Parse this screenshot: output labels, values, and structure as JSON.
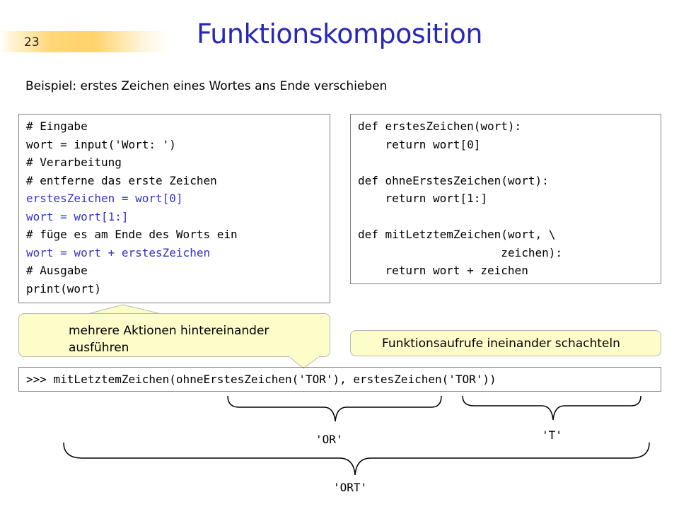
{
  "slide": {
    "number": "23",
    "title": "Funktionskomposition",
    "subtitle": "Beispiel: erstes Zeichen eines Wortes ans Ende verschieben"
  },
  "left_code": [
    {
      "text": "# Eingabe",
      "highlight": false
    },
    {
      "text": "wort = input('Wort: ')",
      "highlight": false
    },
    {
      "text": "# Verarbeitung",
      "highlight": false
    },
    {
      "text": "# entferne das erste Zeichen",
      "highlight": false
    },
    {
      "text": "erstesZeichen = wort[0]",
      "highlight": true
    },
    {
      "text": "wort = wort[1:]",
      "highlight": true
    },
    {
      "text": "# füge es am Ende des Worts ein",
      "highlight": false
    },
    {
      "text": "wort = wort + erstesZeichen",
      "highlight": true
    },
    {
      "text": "# Ausgabe",
      "highlight": false
    },
    {
      "text": "print(wort)",
      "highlight": false
    }
  ],
  "right_code": [
    "def erstesZeichen(wort):",
    "    return wort[0]",
    "",
    "def ohneErstesZeichen(wort):",
    "    return wort[1:]",
    "",
    "def mitLetztemZeichen(wort, \\",
    "                     zeichen):",
    "    return wort + zeichen"
  ],
  "callouts": {
    "left": "mehrere Aktionen hintereinander ausführen",
    "right": "Funktionsaufrufe ineinander schachteln"
  },
  "expression": ">>> mitLetztemZeichen(ohneErstesZeichen('TOR'), erstesZeichen('TOR'))",
  "results": {
    "inner_left": "'OR'",
    "inner_right": "'T'",
    "outer": "'ORT'"
  },
  "colors": {
    "title": "#2828b4",
    "highlight_code": "#3232c8",
    "callout_fill": "#fdfdca",
    "number_bar": "#ffd36a"
  }
}
